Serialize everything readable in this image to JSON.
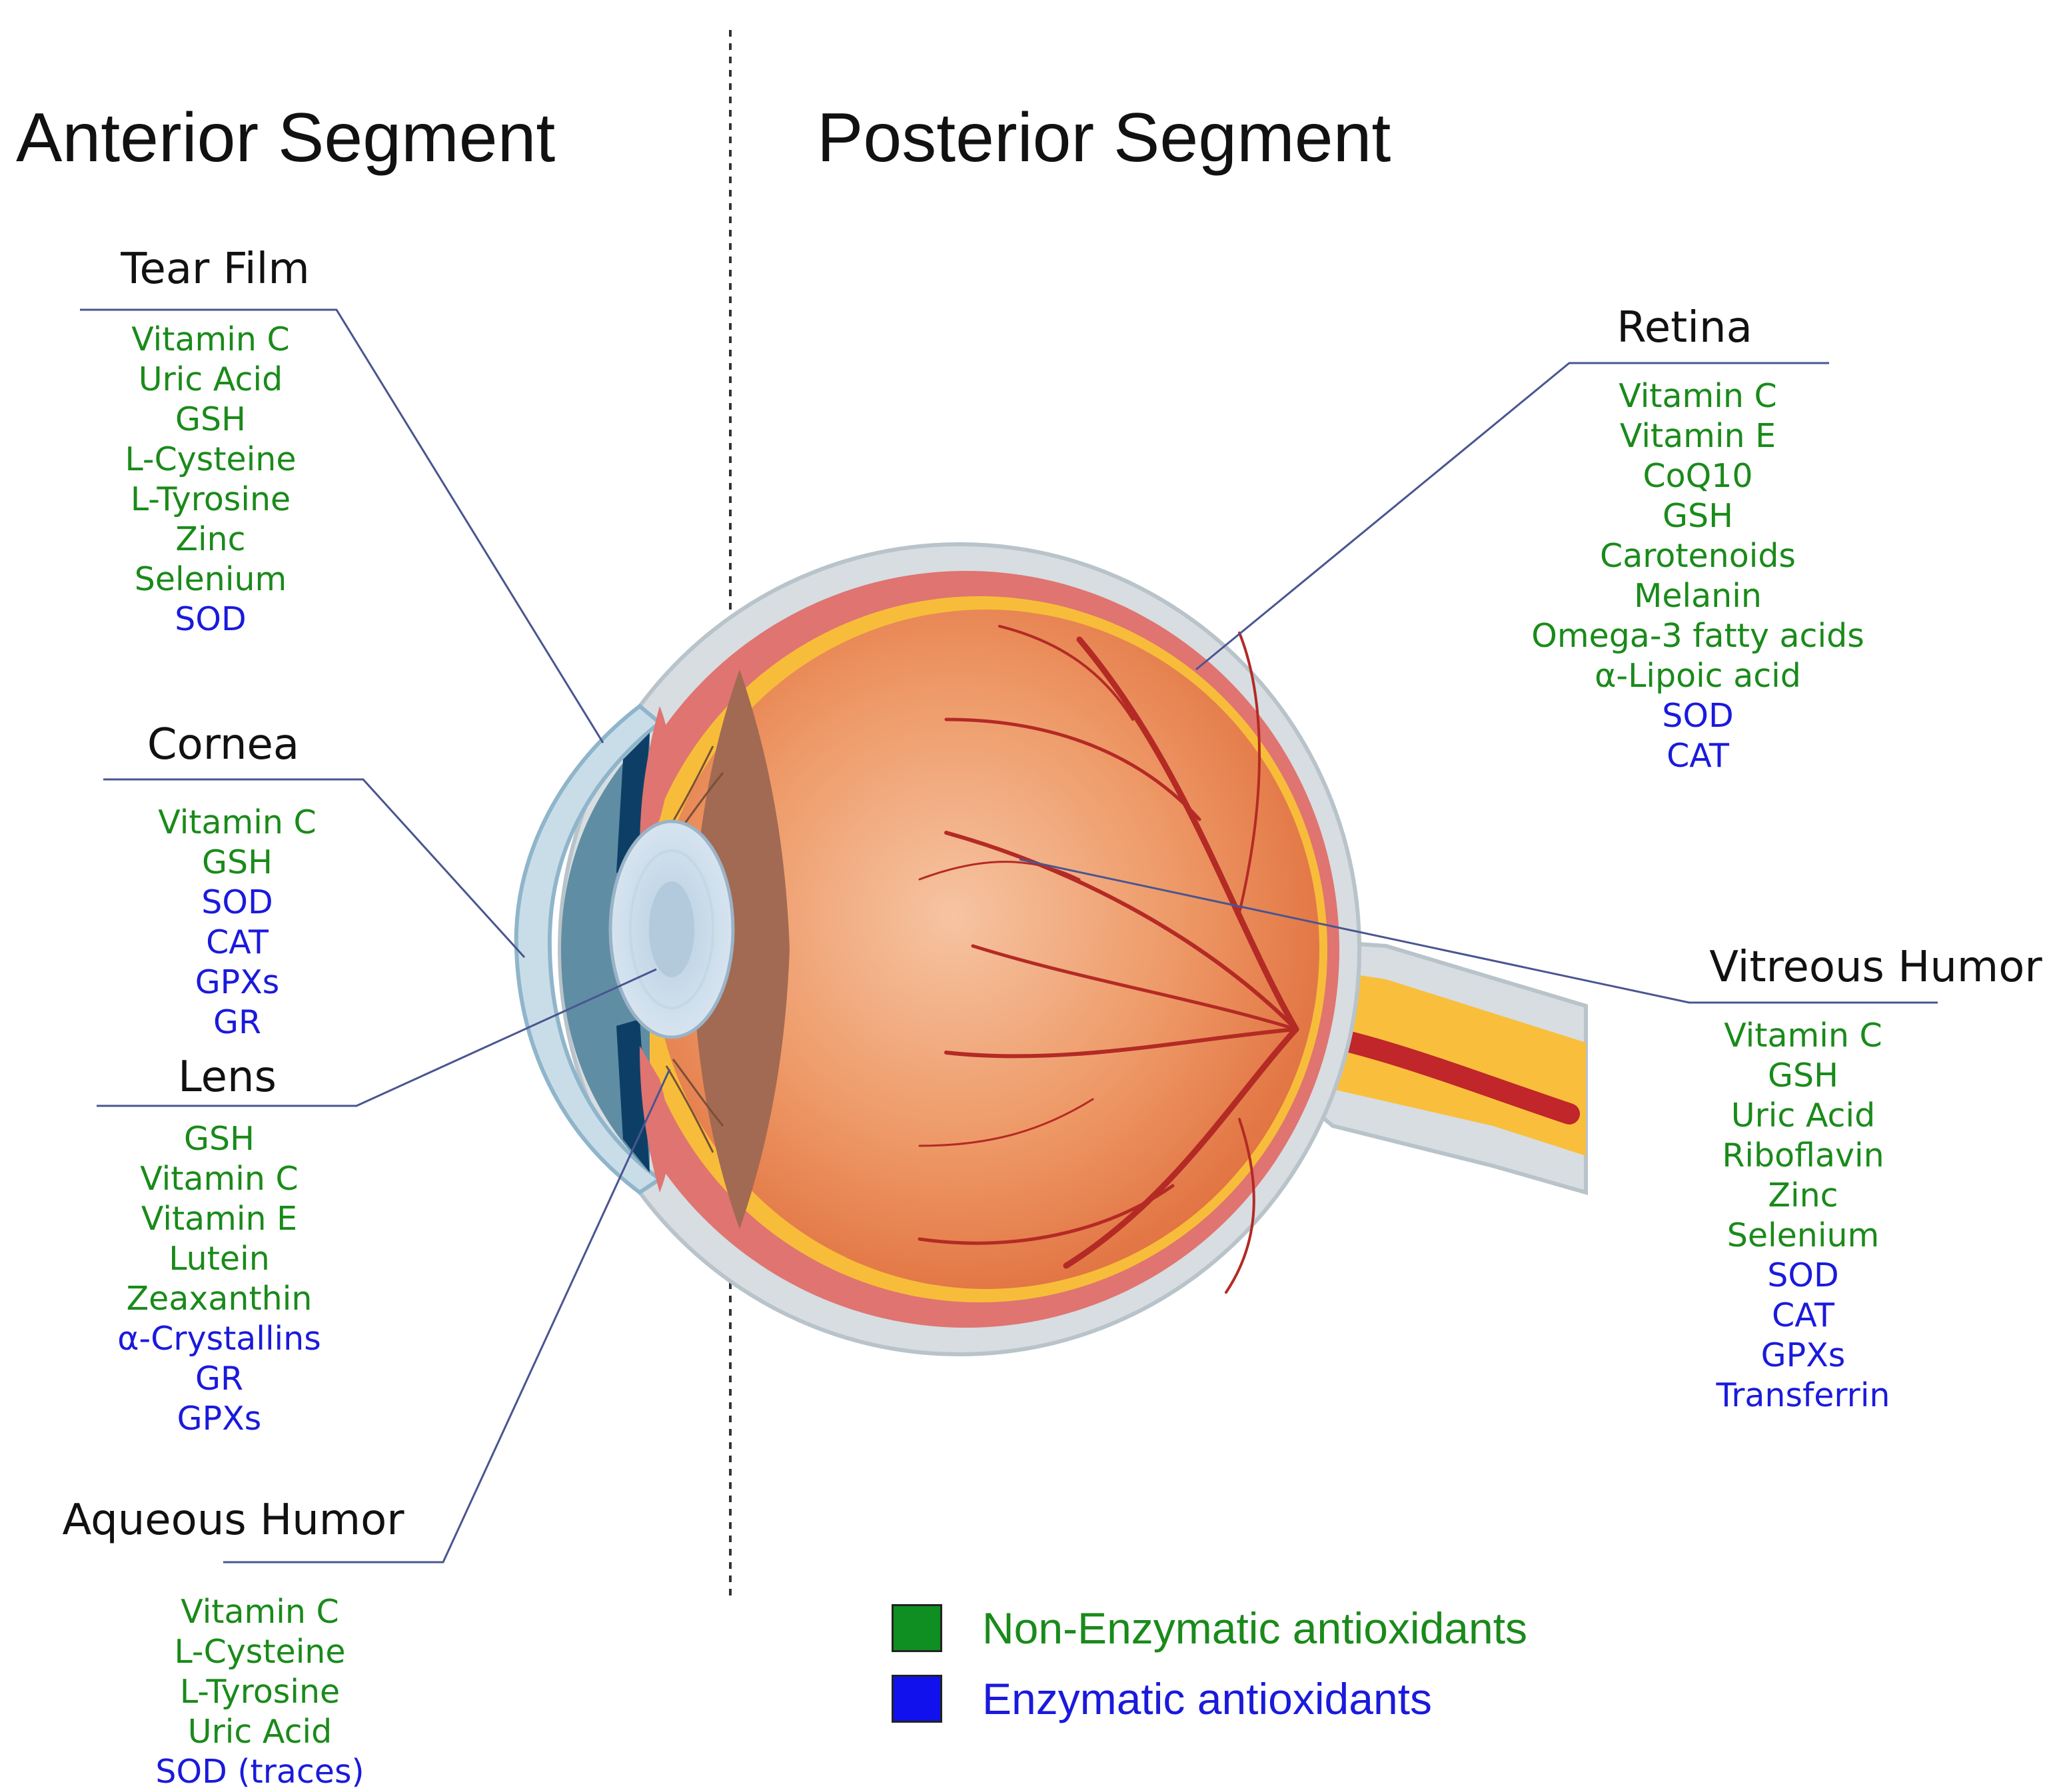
{
  "colors": {
    "non_enzymatic": "#1a8a1a",
    "enzymatic": "#1a1adc",
    "swatch_non_enzymatic": "#0f8f22",
    "swatch_enzymatic": "#1111ee",
    "leader_line": "#4a5590"
  },
  "sections": {
    "anterior": "Anterior Segment",
    "posterior": "Posterior Segment"
  },
  "regions": {
    "tear_film": {
      "title": "Tear Film",
      "items": [
        {
          "text": "Vitamin C",
          "type": "non_enzymatic"
        },
        {
          "text": "Uric Acid",
          "type": "non_enzymatic"
        },
        {
          "text": "GSH",
          "type": "non_enzymatic"
        },
        {
          "text": "L-Cysteine",
          "type": "non_enzymatic"
        },
        {
          "text": "L-Tyrosine",
          "type": "non_enzymatic"
        },
        {
          "text": "Zinc",
          "type": "non_enzymatic"
        },
        {
          "text": "Selenium",
          "type": "non_enzymatic"
        },
        {
          "text": "SOD",
          "type": "enzymatic"
        }
      ]
    },
    "cornea": {
      "title": "Cornea",
      "items": [
        {
          "text": "Vitamin C",
          "type": "non_enzymatic"
        },
        {
          "text": "GSH",
          "type": "non_enzymatic"
        },
        {
          "text": "SOD",
          "type": "enzymatic"
        },
        {
          "text": "CAT",
          "type": "enzymatic"
        },
        {
          "text": "GPXs",
          "type": "enzymatic"
        },
        {
          "text": "GR",
          "type": "enzymatic"
        }
      ]
    },
    "lens": {
      "title": "Lens",
      "items": [
        {
          "text": "GSH",
          "type": "non_enzymatic"
        },
        {
          "text": "Vitamin C",
          "type": "non_enzymatic"
        },
        {
          "text": "Vitamin E",
          "type": "non_enzymatic"
        },
        {
          "text": "Lutein",
          "type": "non_enzymatic"
        },
        {
          "text": "Zeaxanthin",
          "type": "non_enzymatic"
        },
        {
          "text": "α-Crystallins",
          "type": "enzymatic"
        },
        {
          "text": "GR",
          "type": "enzymatic"
        },
        {
          "text": "GPXs",
          "type": "enzymatic"
        }
      ]
    },
    "aqueous_humor": {
      "title": "Aqueous Humor",
      "items": [
        {
          "text": "Vitamin C",
          "type": "non_enzymatic"
        },
        {
          "text": "L-Cysteine",
          "type": "non_enzymatic"
        },
        {
          "text": "L-Tyrosine",
          "type": "non_enzymatic"
        },
        {
          "text": "Uric Acid",
          "type": "non_enzymatic"
        },
        {
          "text": "SOD (traces)",
          "type": "enzymatic"
        }
      ]
    },
    "retina": {
      "title": "Retina",
      "items": [
        {
          "text": "Vitamin C",
          "type": "non_enzymatic"
        },
        {
          "text": "Vitamin E",
          "type": "non_enzymatic"
        },
        {
          "text": "CoQ10",
          "type": "non_enzymatic"
        },
        {
          "text": "GSH",
          "type": "non_enzymatic"
        },
        {
          "text": "Carotenoids",
          "type": "non_enzymatic"
        },
        {
          "text": "Melanin",
          "type": "non_enzymatic"
        },
        {
          "text": "Omega-3 fatty acids",
          "type": "non_enzymatic"
        },
        {
          "text": "α-Lipoic acid",
          "type": "non_enzymatic"
        },
        {
          "text": "SOD",
          "type": "enzymatic"
        },
        {
          "text": "CAT",
          "type": "enzymatic"
        }
      ]
    },
    "vitreous_humor": {
      "title": "Vitreous Humor",
      "items": [
        {
          "text": "Vitamin C",
          "type": "non_enzymatic"
        },
        {
          "text": "GSH",
          "type": "non_enzymatic"
        },
        {
          "text": "Uric Acid",
          "type": "non_enzymatic"
        },
        {
          "text": "Riboflavin",
          "type": "non_enzymatic"
        },
        {
          "text": "Zinc",
          "type": "non_enzymatic"
        },
        {
          "text": "Selenium",
          "type": "non_enzymatic"
        },
        {
          "text": "SOD",
          "type": "enzymatic"
        },
        {
          "text": "CAT",
          "type": "enzymatic"
        },
        {
          "text": "GPXs",
          "type": "enzymatic"
        },
        {
          "text": "Transferrin",
          "type": "enzymatic"
        }
      ]
    }
  },
  "legend": {
    "non_enzymatic": "Non-Enzymatic antioxidants",
    "enzymatic": "Enzymatic antioxidants"
  }
}
